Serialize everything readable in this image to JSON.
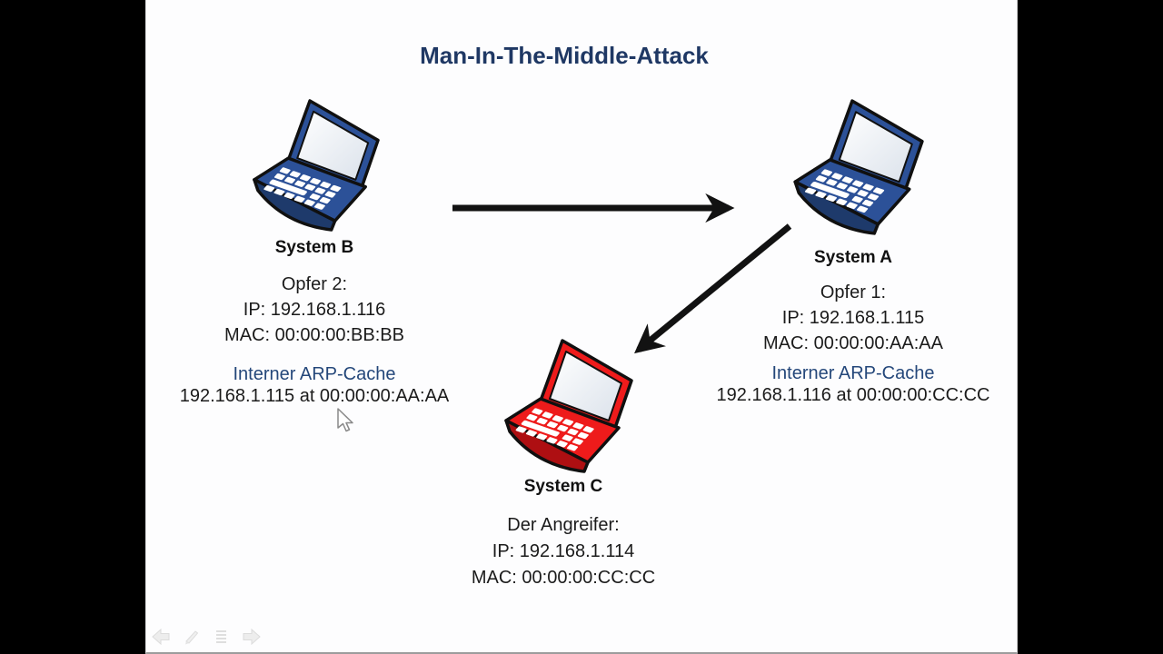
{
  "slide": {
    "title": "Man-In-The-Middle-Attack",
    "nodes": [
      {
        "id": "system-b",
        "name": "System B",
        "role": "Opfer 2:",
        "ip": "IP: 192.168.1.116",
        "mac": "MAC: 00:00:00:BB:BB",
        "arp_title": "Interner ARP-Cache",
        "arp_entry": "192.168.1.115 at 00:00:00:AA:AA",
        "laptop": "blue-laptop-icon"
      },
      {
        "id": "system-a",
        "name": "System A",
        "role": "Opfer 1:",
        "ip": "IP: 192.168.1.115",
        "mac": "MAC: 00:00:00:AA:AA",
        "arp_title": "Interner ARP-Cache",
        "arp_entry": "192.168.1.116 at 00:00:00:CC:CC",
        "laptop": "blue-laptop-icon"
      },
      {
        "id": "system-c",
        "name": "System C",
        "role": "Der Angreifer:",
        "ip": "IP: 192.168.1.114",
        "mac": "MAC: 00:00:00:CC:CC",
        "laptop": "red-laptop-icon"
      }
    ],
    "arrows": [
      {
        "name": "arrow-system-b-to-system-a",
        "direction": "right"
      },
      {
        "name": "arrow-system-a-to-system-c",
        "direction": "down-left"
      }
    ]
  },
  "toolbar": {
    "icons": [
      "previous-slide-icon",
      "pen-icon",
      "slide-menu-icon",
      "next-slide-icon"
    ]
  },
  "colors": {
    "title": "#1F3864",
    "arp-label": "#24477A",
    "body-text": "#1B1B1B",
    "laptop-blue": "#2C5198",
    "laptop-blue-dark": "#1E3A6B",
    "laptop-red": "#EE1B1B",
    "laptop-red-dark": "#AE0F12",
    "arrow": "#121212"
  }
}
